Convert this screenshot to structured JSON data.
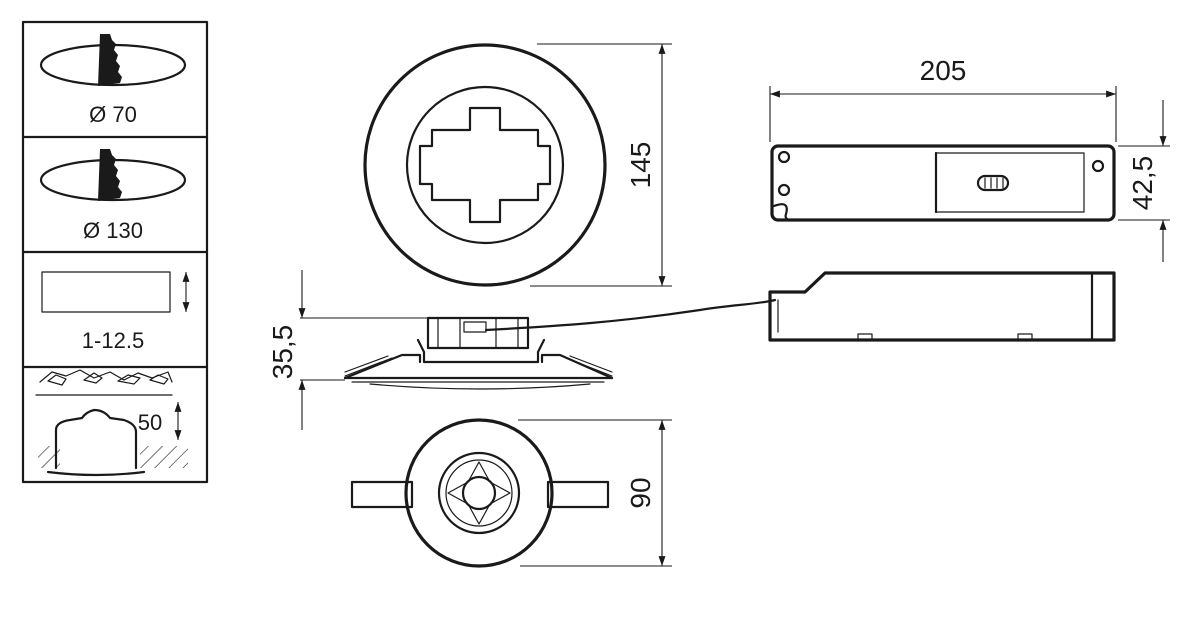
{
  "legend": [
    {
      "label": "Ø 70"
    },
    {
      "label": "Ø 130"
    },
    {
      "label": "1-12.5"
    },
    {
      "label": "50"
    }
  ],
  "dimensions": {
    "front_diameter": "145",
    "side_height": "35,5",
    "bottom_diameter": "90",
    "driver_length": "205",
    "driver_height": "42,5"
  },
  "colors": {
    "line": "#1a1a1a",
    "background": "#ffffff"
  }
}
